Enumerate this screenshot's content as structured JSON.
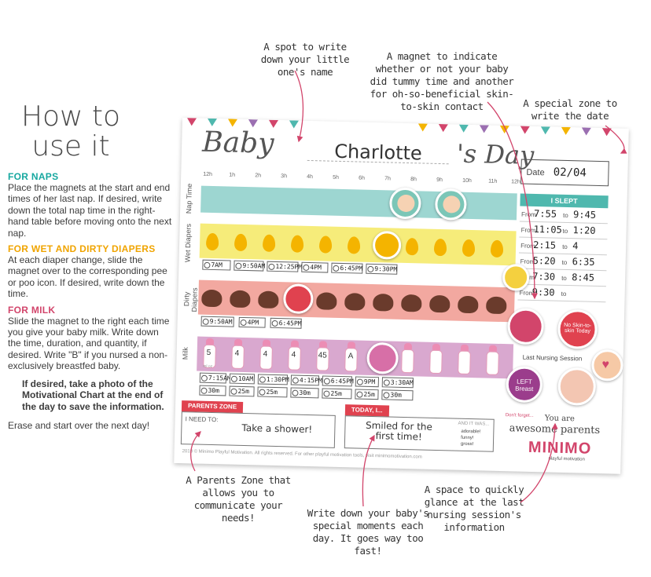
{
  "instructions": {
    "title": "How to use it",
    "naps_title": "FOR NAPS",
    "naps_text": "Place the magnets at the start and end times of her last nap. If desired, write down the total nap time in the right-hand table before moving onto the next nap.",
    "wet_title": "FOR WET AND DIRTY DIAPERS",
    "wet_text": "At each diaper change, slide the magnet over to the corresponding pee or poo icon. If desired, write down the time.",
    "milk_title": "FOR MILK",
    "milk_text": "Slide the magnet to the right each time you give your baby milk. Write down the time, duration, and quantity, if desired. Write \"B\" if you nursed a non-exclusively breastfed baby.",
    "photo_text": "If desired, take a photo of the Motivational Chart at the end of the day to save the information.",
    "erase_text": "Erase and start over the next day!"
  },
  "callouts": {
    "name_spot": "A spot to write down your little one's name",
    "magnet": "A magnet to indicate whether or not your baby did tummy time and another for oh-so-beneficial skin-to-skin contact",
    "date_zone": "A special zone to write the date",
    "parents_zone": "A Parents Zone that allows you to communicate your needs!",
    "moments": "Write down your baby's special moments each day. It goes way too fast!",
    "nursing": "A space to quickly glance at the last nursing session's information"
  },
  "chart": {
    "title_left": "Baby",
    "baby_name": "Charlotte",
    "title_right": "'s Day",
    "date_label": "Date",
    "date_value": "02/04",
    "hours": [
      "12h",
      "1h",
      "2h",
      "3h",
      "4h",
      "5h",
      "6h",
      "7h",
      "8h",
      "9h",
      "10h",
      "11h",
      "12h"
    ],
    "rows": {
      "nap": "Nap Time",
      "wet": "Wet Diapers",
      "dirty": "Dirty Diapers",
      "milk": "Milk"
    },
    "wet_times": [
      "7AM",
      "9:50AM",
      "12:25PM",
      "4PM",
      "6:45PM",
      "9:30PM"
    ],
    "dirty_times": [
      "9:50AM",
      "4PM",
      "6:45PM"
    ],
    "milk_amounts": [
      "5",
      "4",
      "4",
      "4",
      "45",
      "A"
    ],
    "milk_unit": "ml oz",
    "milk_times": [
      "7:15AM",
      "10AM",
      "1:30PM",
      "4:15PM",
      "6:45PM",
      "9PM",
      "3:30AM"
    ],
    "milk_durations": [
      "30m",
      "25m",
      "25m",
      "30m",
      "25m",
      "25m",
      "30m"
    ],
    "slept": {
      "title": "I SLEPT",
      "from_label": "From",
      "to_label": "to",
      "rows": [
        {
          "from": "7:55",
          "to": "9:45"
        },
        {
          "from": "11:05",
          "to": "1:20"
        },
        {
          "from": "2:15",
          "to": "4"
        },
        {
          "from": "5:20",
          "to": "6:35"
        },
        {
          "from": "7:30",
          "to": "8:45"
        },
        {
          "from": "9:30",
          "to": ""
        }
      ]
    },
    "skin_magnet": "No Skin-to-skin Today",
    "last_nursing": "Last Nursing Session",
    "left_magnet": "LEFT Breast",
    "dont_forget": "Don't forget...",
    "you_are": "You are",
    "awesome": "awesome parents",
    "parents_zone_title": "PARENTS ZONE",
    "need_label": "I NEED TO:",
    "need_value": "Take a shower!",
    "today_title": "TODAY, I...",
    "today_value": "Smiled for the first time!",
    "and_it_was": "AND IT WAS...",
    "options": [
      "adorable!",
      "funny!",
      "gross!"
    ],
    "footer": "2018 © Minimo Playful Motivation. All rights reserved. For other playful motivation tools, visit minimomotivation.com",
    "brand": "MINIMO",
    "brand_sub": "playful motivation"
  },
  "colors": {
    "teal": "#4fb8ae",
    "yellow": "#f6ec7a",
    "salmon": "#f2a8a0",
    "pink": "#d9a8cf",
    "accent_red": "#e0424f"
  }
}
